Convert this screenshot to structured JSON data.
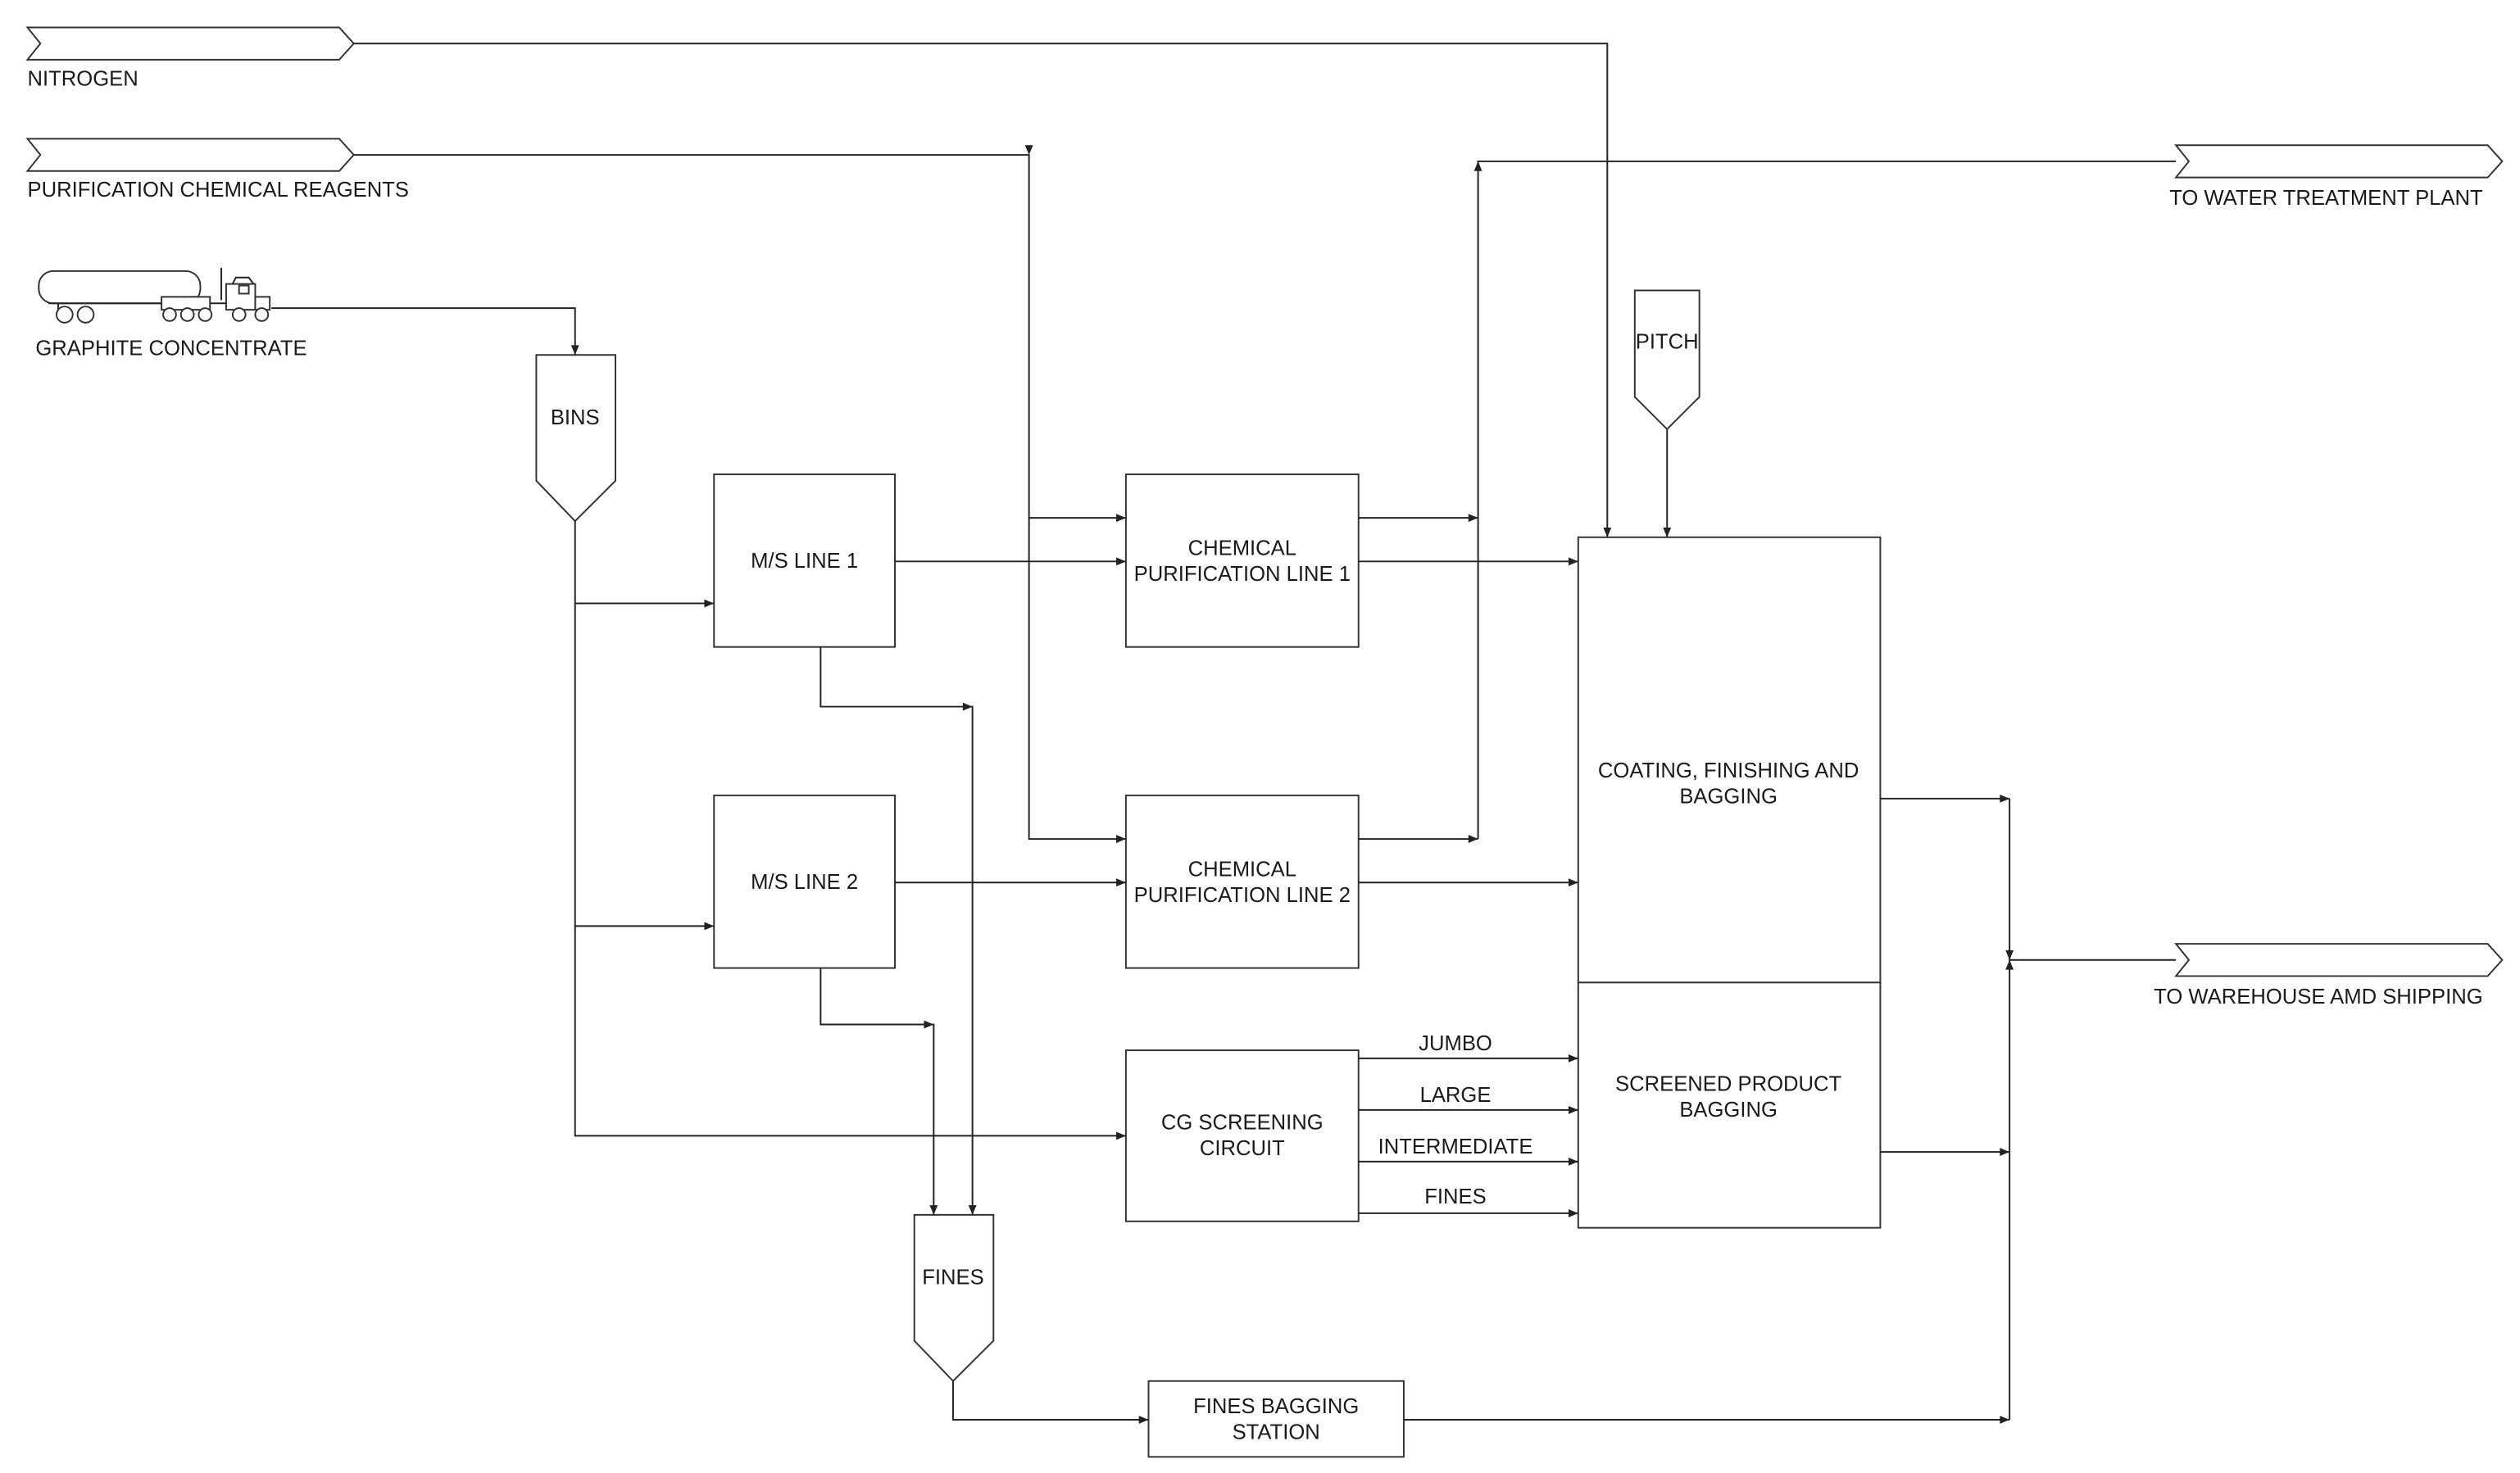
{
  "streams": {
    "nitrogen": "NITROGEN",
    "reagents": "PURIFICATION CHEMICAL REAGENTS",
    "graphite": "GRAPHITE CONCENTRATE",
    "water_treatment": "TO WATER TREATMENT PLANT",
    "warehouse": "TO WAREHOUSE AMD SHIPPING"
  },
  "units": {
    "bins": "BINS",
    "pitch": "PITCH",
    "fines_hopper": "FINES",
    "ms_line_1": "M/S LINE 1",
    "ms_line_2": "M/S LINE 2",
    "chem_line_1": [
      "CHEMICAL",
      "PURIFICATION LINE 1"
    ],
    "chem_line_2": [
      "CHEMICAL",
      "PURIFICATION LINE 2"
    ],
    "cg_screening": [
      "CG SCREENING",
      "CIRCUIT"
    ],
    "coating": [
      "COATING, FINISHING AND",
      "BAGGING"
    ],
    "screened_bagging": [
      "SCREENED PRODUCT",
      "BAGGING"
    ],
    "fines_bagging": [
      "FINES BAGGING",
      "STATION"
    ]
  },
  "screen_fractions": [
    "JUMBO",
    "LARGE",
    "INTERMEDIATE",
    "FINES"
  ],
  "icons": {
    "truck": "tanker-truck-icon"
  },
  "colors": {
    "line": "#222222",
    "background": "#ffffff"
  }
}
